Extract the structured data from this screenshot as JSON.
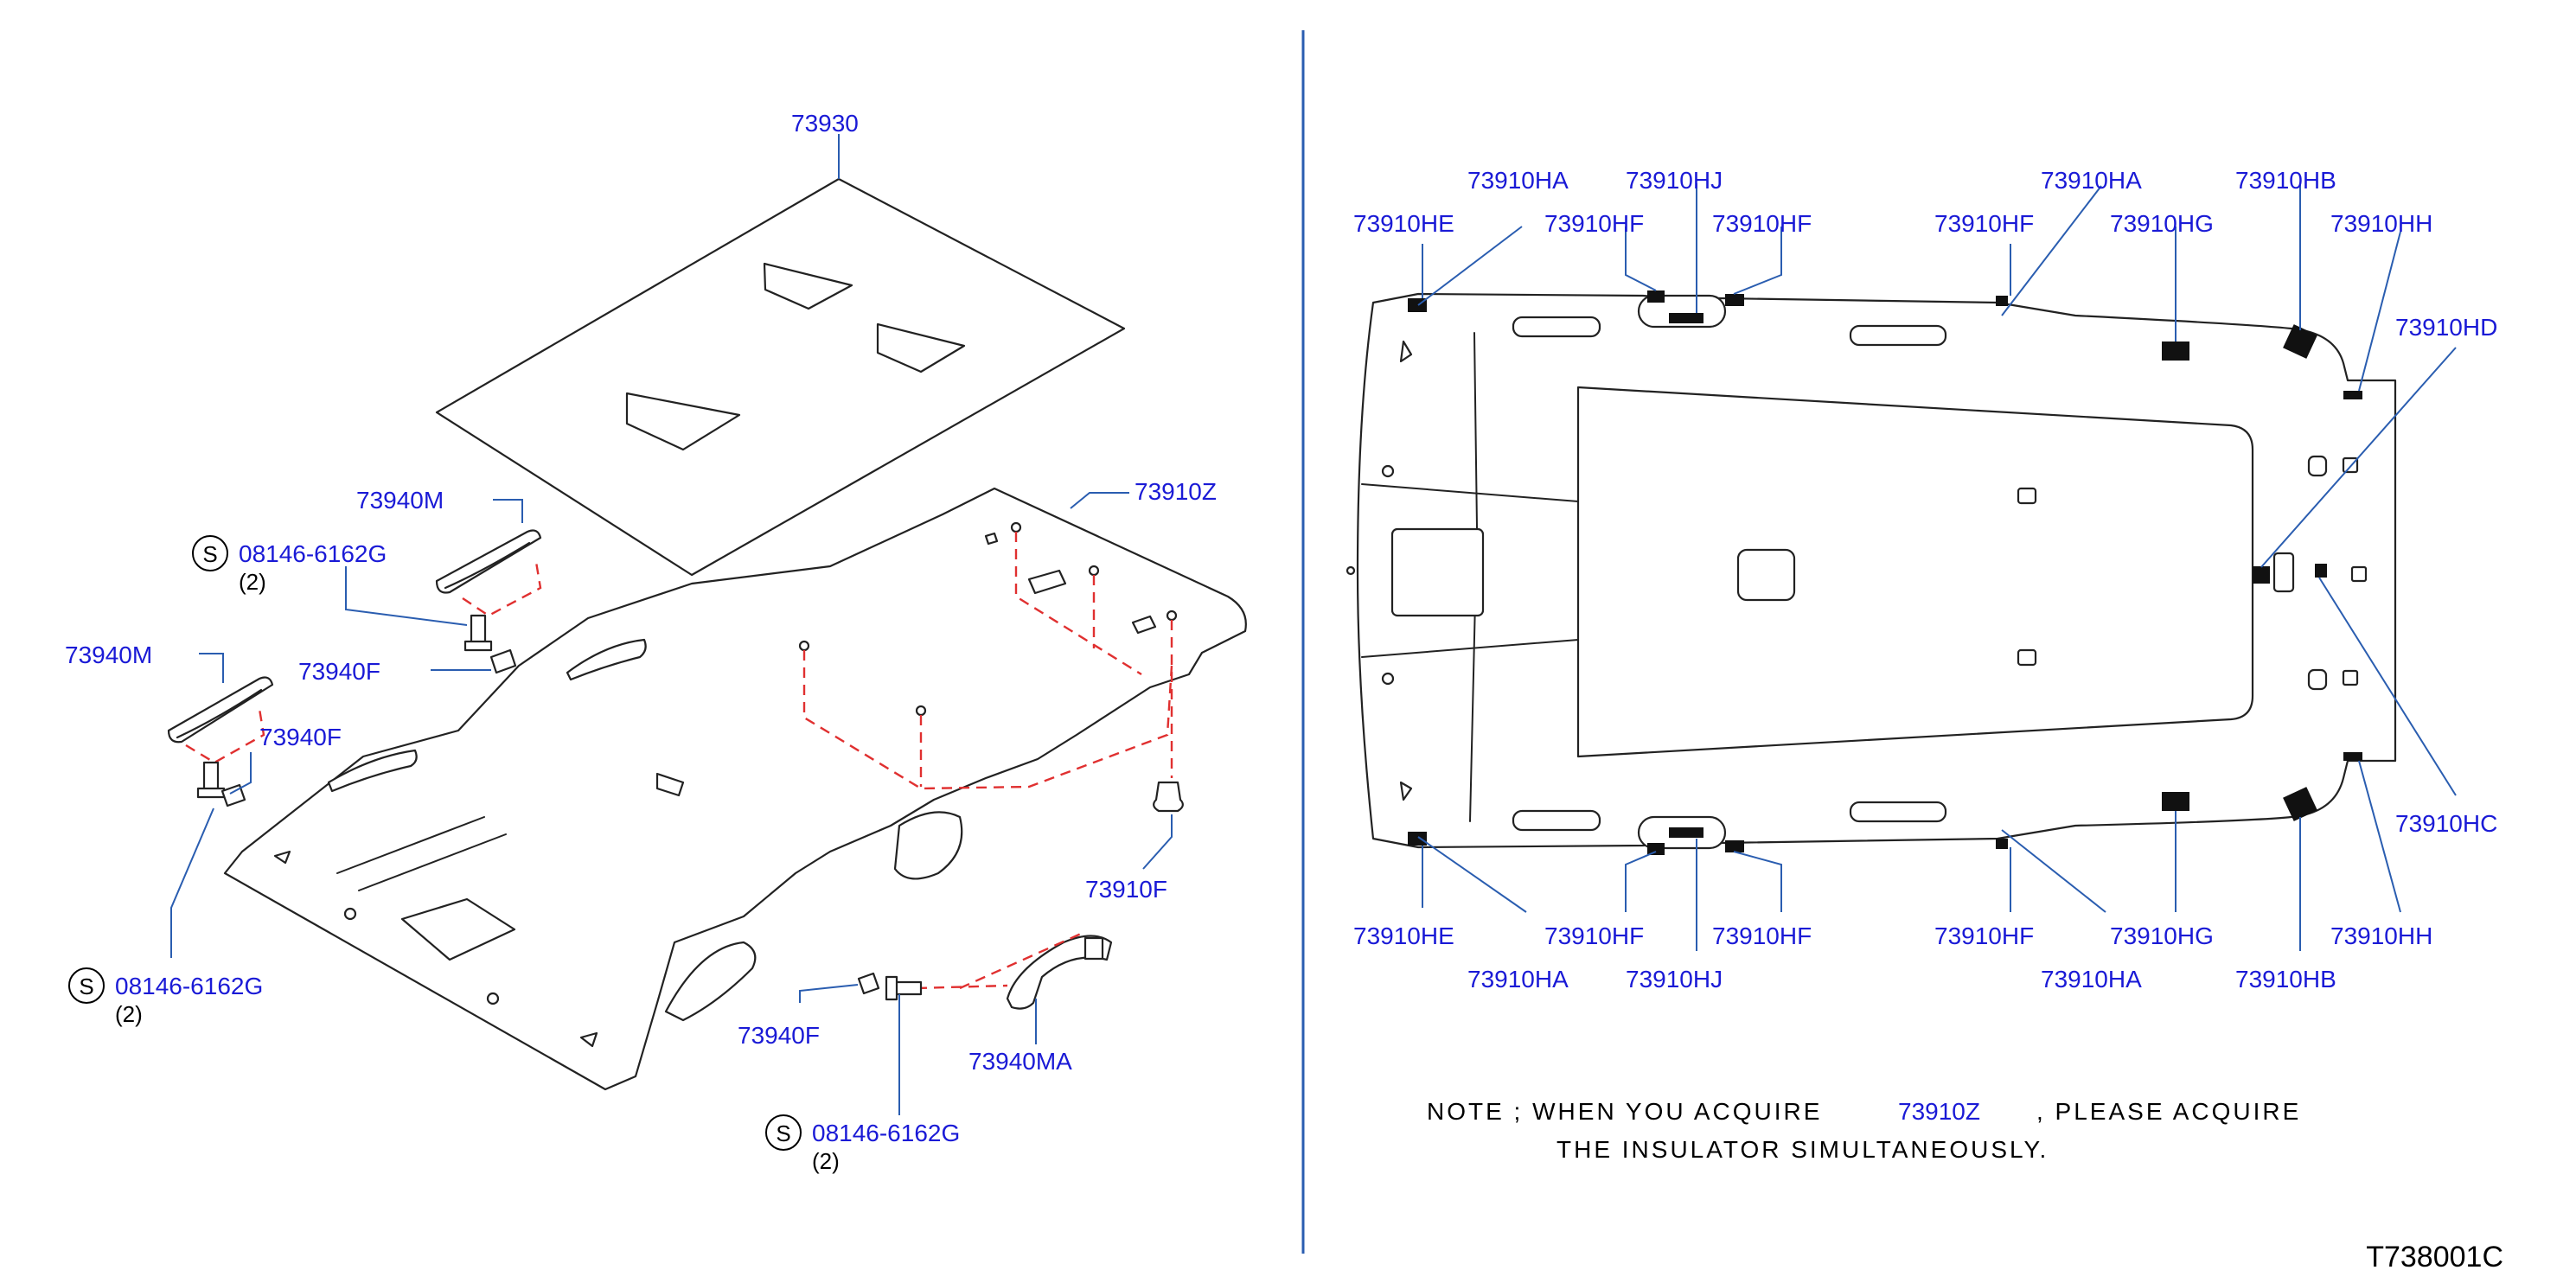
{
  "left_view": {
    "labels": {
      "headlining_insulator": "73930",
      "headlining": "73910Z",
      "assist_grip_front": "73940M",
      "assist_grip_mid": "73940M",
      "assist_grip_rear": "73940MA",
      "bracket_front": "73940F",
      "bracket_mid": "73940F",
      "bracket_rear": "73940F",
      "clip": "73910F",
      "bolt_front": "08146-6162G",
      "bolt_mid": "08146-6162G",
      "bolt_rear": "08146-6162G"
    },
    "quantities": {
      "bolt_front": "(2)",
      "bolt_mid": "(2)",
      "bolt_rear": "(2)"
    },
    "symbols": {
      "bolt_front": "S",
      "bolt_mid": "S",
      "bolt_rear": "S"
    }
  },
  "right_view": {
    "top_labels": [
      "73910HE",
      "73910HA",
      "73910HF",
      "73910HJ",
      "73910HF",
      "73910HF",
      "73910HA",
      "73910HG",
      "73910HB",
      "73910HH",
      "73910HD"
    ],
    "bottom_labels": [
      "73910HE",
      "73910HA",
      "73910HF",
      "73910HJ",
      "73910HF",
      "73910HF",
      "73910HA",
      "73910HG",
      "73910HB",
      "73910HH",
      "73910HC"
    ]
  },
  "note": {
    "line1_prefix": "NOTE ; WHEN YOU ACQUIRE",
    "part": "73910Z",
    "line1_suffix": ", PLEASE ACQUIRE",
    "line2": "THE INSULATOR SIMULTANEOUSLY."
  },
  "figure_id": "T738001C",
  "colors": {
    "label": "#1a1ad6",
    "leader": "#2a5db0",
    "dashed": "#e03030",
    "outline": "#222222"
  }
}
